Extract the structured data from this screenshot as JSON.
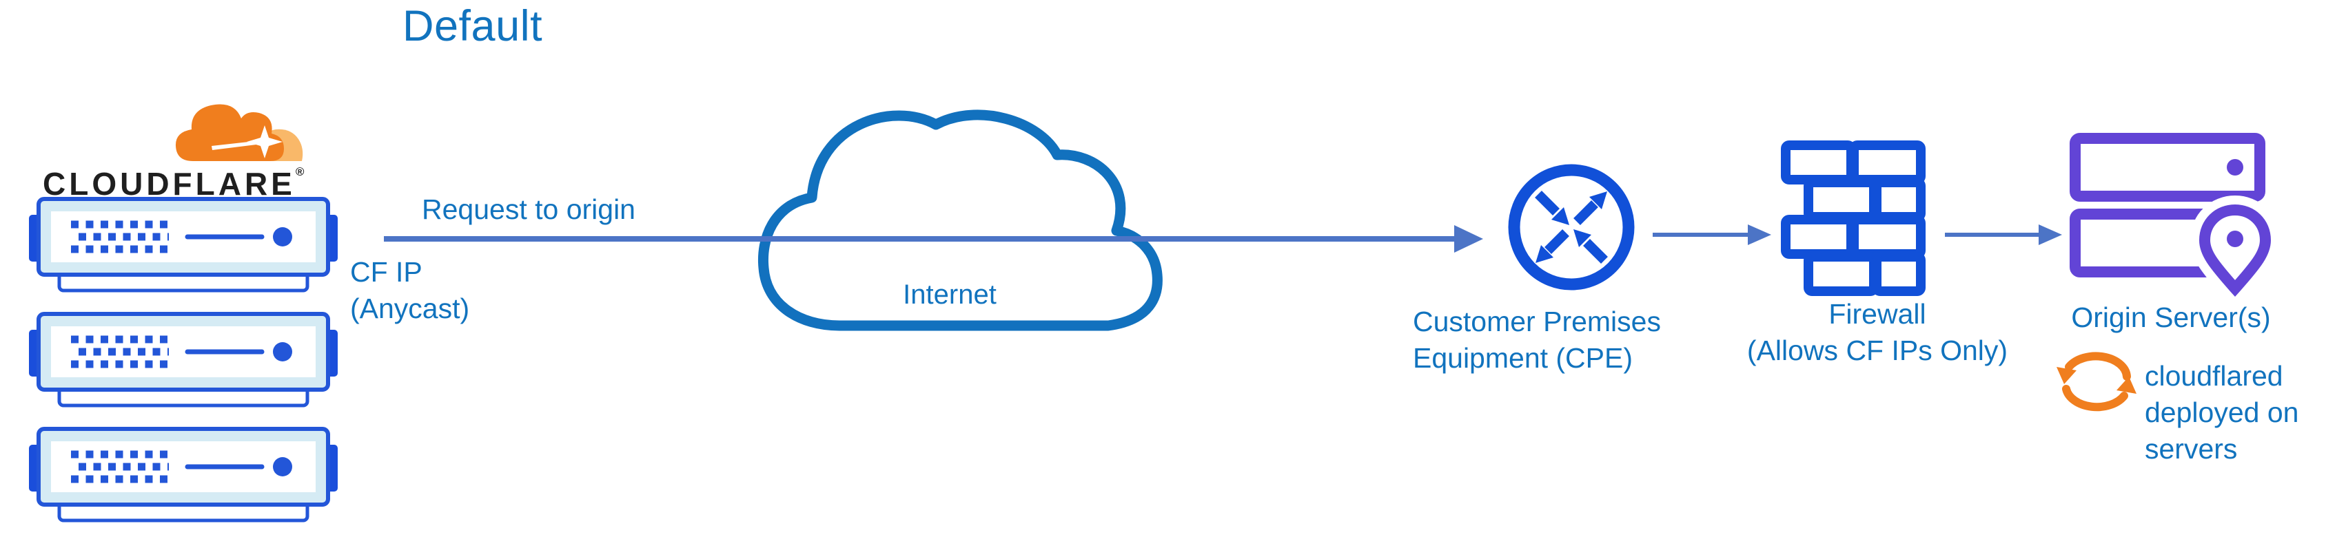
{
  "title": "Default",
  "colors": {
    "blue_text": "#1173BE",
    "icon_blue": "#1150D8",
    "server_blue": "#2356D8",
    "server_tab": "#1A4EDB",
    "server_fill": "#D5EBF4",
    "arrow": "#4C74C6",
    "cloud_stroke": "#1271BE",
    "orange": "#F07E1E",
    "orange_light": "#F9B869",
    "purple": "#6244D6",
    "dark": "#1F1F1F"
  },
  "cloudflare": {
    "wordmark": "CLOUDFLARE",
    "registered": "®",
    "icons": [
      "cloudflare-cloud-logo",
      "edge-server-icon",
      "edge-server-icon",
      "edge-server-icon"
    ]
  },
  "edge_link": {
    "request_label": "Request to origin",
    "ip_label_line1": "CF IP",
    "ip_label_line2": "(Anycast)"
  },
  "internet": {
    "label": "Internet",
    "icon": "internet-cloud-icon"
  },
  "cpe": {
    "label_line1": "Customer Premises",
    "label_line2": "Equipment (CPE)",
    "icon": "cpe-router-icon"
  },
  "firewall": {
    "label_line1": "Firewall",
    "label_line2": "(Allows CF IPs Only)",
    "icon": "firewall-brick-icon"
  },
  "origin": {
    "label": "Origin Server(s)",
    "icon": "origin-servers-icon",
    "pin_icon": "location-pin-icon",
    "note_icon": "sync-arrows-icon",
    "note_line1": "cloudflared",
    "note_line2": "deployed on",
    "note_line3": "servers"
  }
}
